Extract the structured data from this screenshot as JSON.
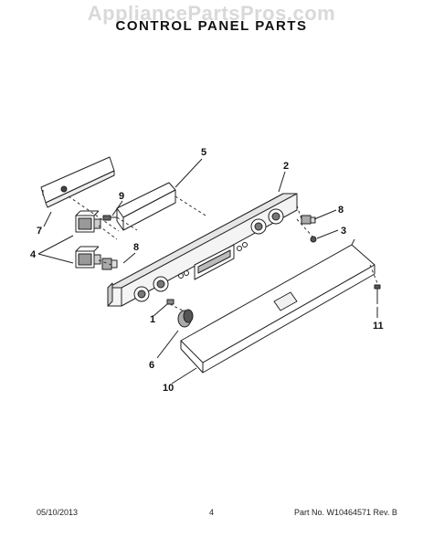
{
  "watermark": "AppliancePartsPros.com",
  "title": "CONTROL PANEL PARTS",
  "callouts": {
    "c1": "1",
    "c2": "2",
    "c3": "3",
    "c4": "4",
    "c5": "5",
    "c6": "6",
    "c7": "7",
    "c8a": "8",
    "c8b": "8",
    "c9": "9",
    "c10": "10",
    "c11": "11"
  },
  "footer": {
    "date": "05/10/2013",
    "page": "4",
    "part_no": "Part No. W10464571  Rev. B"
  }
}
